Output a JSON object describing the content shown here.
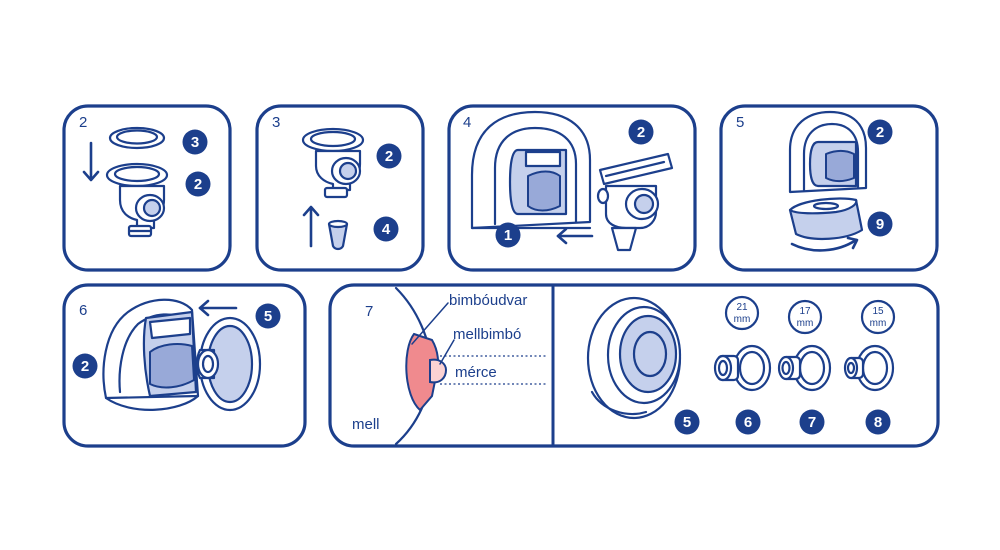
{
  "colors": {
    "line": "#1c3f8c",
    "fill_light": "#c5d0ec",
    "breast_areola": "#f08a8e",
    "nipple": "#fbd2d3"
  },
  "panels": [
    {
      "step": "2",
      "badges": [
        "3",
        "2"
      ]
    },
    {
      "step": "3",
      "badges": [
        "2",
        "4"
      ]
    },
    {
      "step": "4",
      "badges": [
        "2",
        "1"
      ]
    },
    {
      "step": "5",
      "badges": [
        "2",
        "9"
      ]
    },
    {
      "step": "6",
      "badges": [
        "5",
        "2"
      ]
    },
    {
      "step": "7",
      "labels": {
        "areola": "bimbóudvar",
        "nipple": "mellbimbó",
        "measure": "mérce",
        "breast": "mell"
      }
    }
  ],
  "sizes": [
    {
      "top": "21",
      "bottom": "mm",
      "badge": "6"
    },
    {
      "top": "17",
      "bottom": "mm",
      "badge": "7"
    },
    {
      "top": "15",
      "bottom": "mm",
      "badge": "8"
    }
  ],
  "body_badge": "5",
  "icons": [
    "arrow-down-icon",
    "arrow-up-icon",
    "arrow-left-icon",
    "arrow-rotate-icon"
  ]
}
